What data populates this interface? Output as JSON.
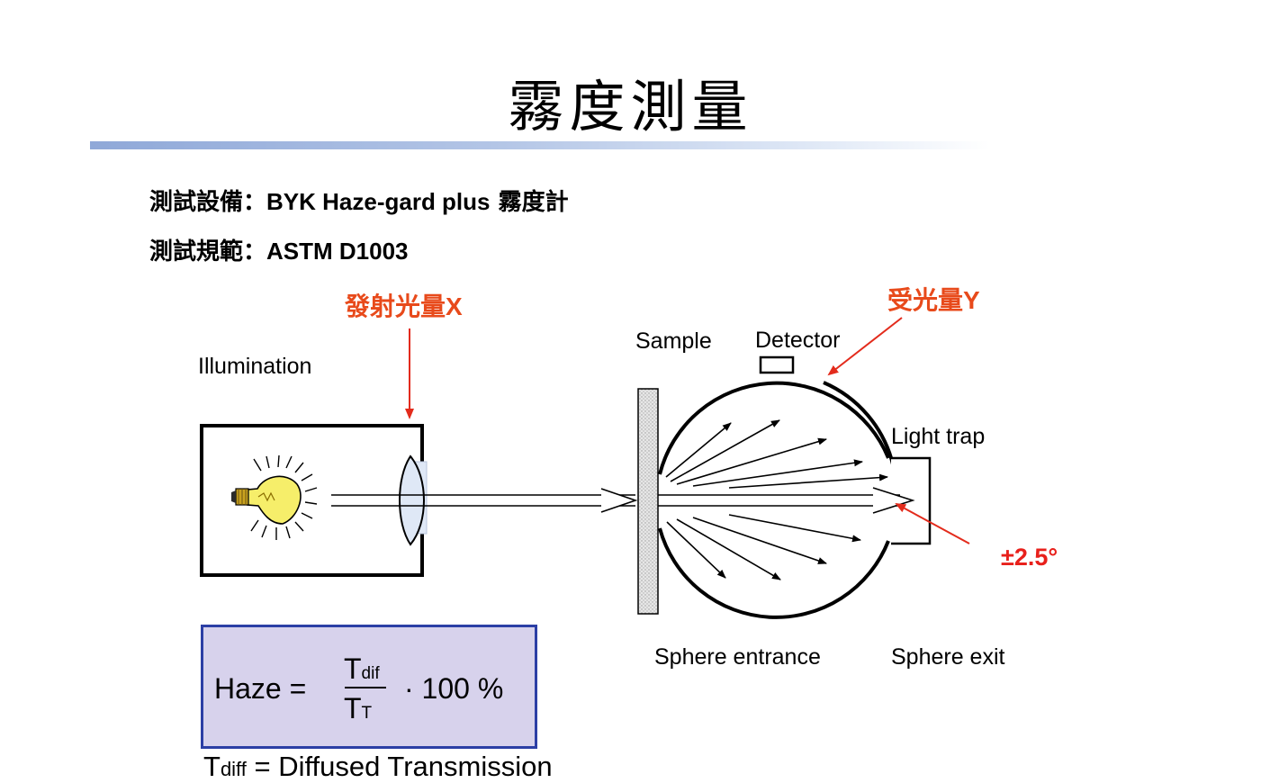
{
  "title": "霧度測量",
  "equipment": {
    "label": "測試設備：",
    "value": "BYK Haze-gard plus",
    "suffix": " 霧度計"
  },
  "standard": {
    "label": "測試規範：",
    "value": "ASTM D1003"
  },
  "labels": {
    "emitted_zh": "發射光量",
    "emitted_var": "X",
    "received_zh": "受光量",
    "received_var": "Y",
    "illumination": "Illumination",
    "sample": "Sample",
    "detector": "Detector",
    "light_trap": "Light trap",
    "angle": "±2.5°",
    "sphere_entrance": "Sphere entrance",
    "sphere_exit": "Sphere exit"
  },
  "formula": {
    "lhs": "Haze =",
    "numerator": "T",
    "numerator_sub": "dif",
    "denominator": "T",
    "denominator_sub": "T",
    "rhs": "· 100 %"
  },
  "definition": {
    "symbol": "T",
    "symbol_sub": "diff",
    "text": " = Diffused Transmission"
  },
  "colors": {
    "annotation_red": "#e84a1b",
    "angle_red": "#e8201b",
    "formula_fill": "#d7d2ec",
    "formula_border": "#2c3fa5",
    "bulb_yellow": "#f6ee6a",
    "lens_blue": "#dfe8f6"
  }
}
